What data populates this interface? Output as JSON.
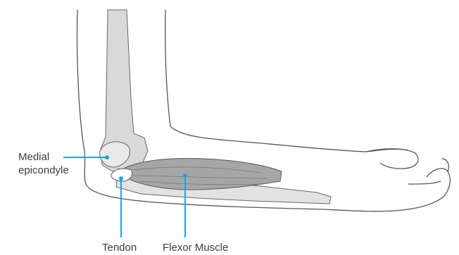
{
  "labels": {
    "medial_epicondyle": [
      "Medial",
      "epicondyle"
    ],
    "tendon": "Tendon",
    "flexor_muscle": "Flexor Muscle"
  },
  "colors": {
    "outline": "#555555",
    "bone": "#d9d9d9",
    "bone_light": "#e6e6e6",
    "muscle": "#a6a6a6",
    "tendon": "#ffffff",
    "leader_line": "#1fa3dc",
    "label_text": "#3c3c3c"
  }
}
